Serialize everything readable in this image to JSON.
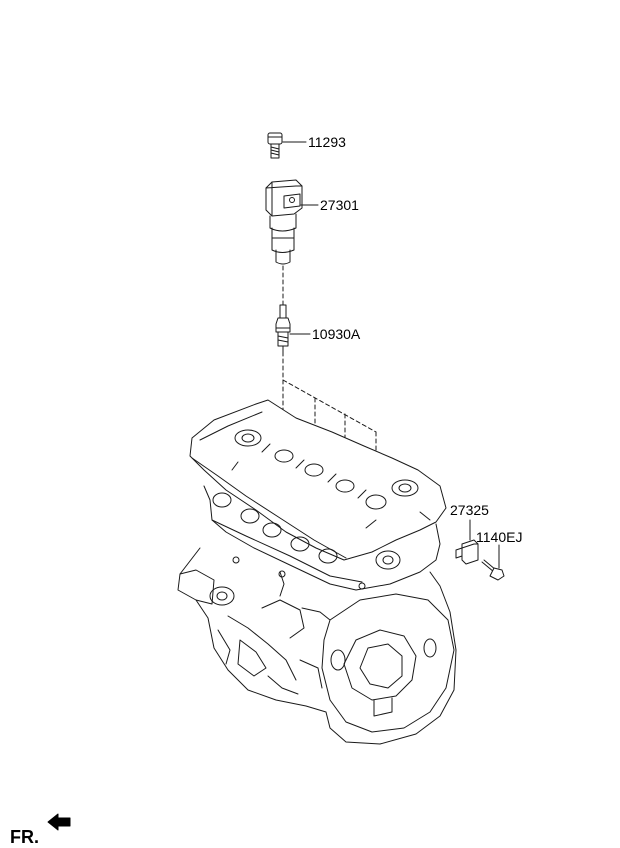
{
  "parts": [
    {
      "id": "bolt",
      "number": "11293"
    },
    {
      "id": "ignition-coil",
      "number": "27301"
    },
    {
      "id": "spark-plug",
      "number": "10930A"
    },
    {
      "id": "knock-sensor",
      "number": "27325"
    },
    {
      "id": "sensor-bolt",
      "number": "1140EJ"
    }
  ],
  "front_indicator": "FR.",
  "line_color": "#1a1a1a"
}
